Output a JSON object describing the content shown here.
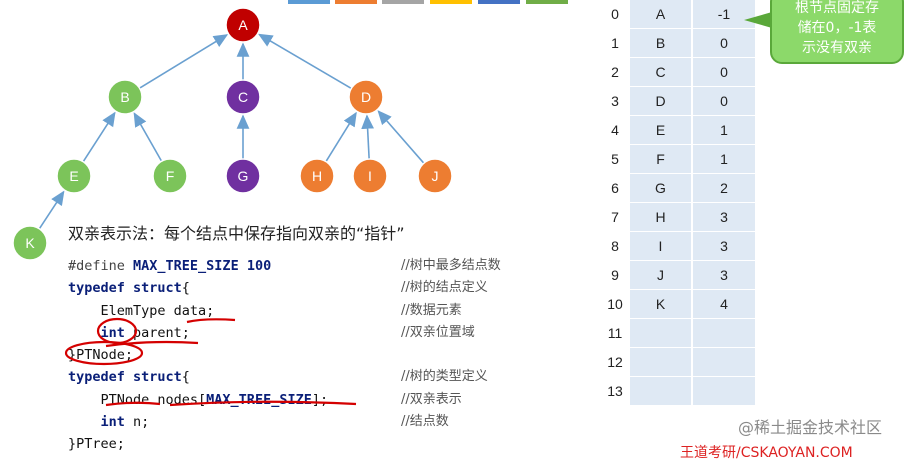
{
  "tree": {
    "nodes": [
      {
        "label": "A",
        "color": "#c00000"
      },
      {
        "label": "B",
        "color": "#7cc45a"
      },
      {
        "label": "C",
        "color": "#7030a0"
      },
      {
        "label": "D",
        "color": "#ed7d31"
      },
      {
        "label": "E",
        "color": "#7cc45a"
      },
      {
        "label": "F",
        "color": "#7cc45a"
      },
      {
        "label": "G",
        "color": "#7030a0"
      },
      {
        "label": "H",
        "color": "#ed7d31"
      },
      {
        "label": "I",
        "color": "#ed7d31"
      },
      {
        "label": "J",
        "color": "#ed7d31"
      },
      {
        "label": "K",
        "color": "#7cc45a"
      }
    ],
    "edge_color": "#6aa0d0"
  },
  "top_swatch_colors": [
    "#5b9bd5",
    "#ed7d31",
    "#a5a5a5",
    "#ffc000",
    "#4472c4",
    "#70ad47"
  ],
  "description": "双亲表示法：每个结点中保存指向双亲的“指针”",
  "code": [
    {
      "parts": [
        {
          "t": "#define ",
          "c": "pp"
        },
        {
          "t": "MAX_TREE_SIZE",
          "c": "kw"
        },
        {
          "t": " 100",
          "c": "kw"
        }
      ],
      "comment": "//树中最多结点数"
    },
    {
      "parts": [
        {
          "t": "typedef struct",
          "c": "kw"
        },
        {
          "t": "{",
          "c": ""
        }
      ],
      "comment": "//树的结点定义"
    },
    {
      "parts": [
        {
          "t": "    ElemType data;",
          "c": ""
        }
      ],
      "comment": "//数据元素"
    },
    {
      "parts": [
        {
          "t": "    ",
          "c": ""
        },
        {
          "t": "int",
          "c": "kw"
        },
        {
          "t": " parent;",
          "c": ""
        }
      ],
      "comment": "//双亲位置域"
    },
    {
      "parts": [
        {
          "t": "}PTNode;",
          "c": ""
        }
      ],
      "comment": ""
    },
    {
      "parts": [
        {
          "t": "typedef struct",
          "c": "kw"
        },
        {
          "t": "{",
          "c": ""
        }
      ],
      "comment": "//树的类型定义"
    },
    {
      "parts": [
        {
          "t": "    PTNode nodes[",
          "c": ""
        },
        {
          "t": "MAX_TREE_SIZE",
          "c": "kw"
        },
        {
          "t": "];",
          "c": ""
        }
      ],
      "comment": "//双亲表示"
    },
    {
      "parts": [
        {
          "t": "    ",
          "c": ""
        },
        {
          "t": "int",
          "c": "kw"
        },
        {
          "t": " n;",
          "c": ""
        }
      ],
      "comment": "//结点数"
    },
    {
      "parts": [
        {
          "t": "}PTree;",
          "c": ""
        }
      ],
      "comment": ""
    }
  ],
  "table": {
    "rows": [
      {
        "index": "0",
        "data": "A",
        "parent": "-1"
      },
      {
        "index": "1",
        "data": "B",
        "parent": "0"
      },
      {
        "index": "2",
        "data": "C",
        "parent": "0"
      },
      {
        "index": "3",
        "data": "D",
        "parent": "0"
      },
      {
        "index": "4",
        "data": "E",
        "parent": "1"
      },
      {
        "index": "5",
        "data": "F",
        "parent": "1"
      },
      {
        "index": "6",
        "data": "G",
        "parent": "2"
      },
      {
        "index": "7",
        "data": "H",
        "parent": "3"
      },
      {
        "index": "8",
        "data": "I",
        "parent": "3"
      },
      {
        "index": "9",
        "data": "J",
        "parent": "3"
      },
      {
        "index": "10",
        "data": "K",
        "parent": "4"
      },
      {
        "index": "11",
        "data": "",
        "parent": ""
      },
      {
        "index": "12",
        "data": "",
        "parent": ""
      },
      {
        "index": "13",
        "data": "",
        "parent": ""
      }
    ]
  },
  "callout": {
    "lines": [
      "根节点固定存",
      "储在0，-1表",
      "示没有双亲"
    ],
    "color": "#8cd96a"
  },
  "watermark": "@稀土掘金技术社区",
  "source": "王道考研/CSKAOYAN.COM",
  "ink_color": "#d40000"
}
